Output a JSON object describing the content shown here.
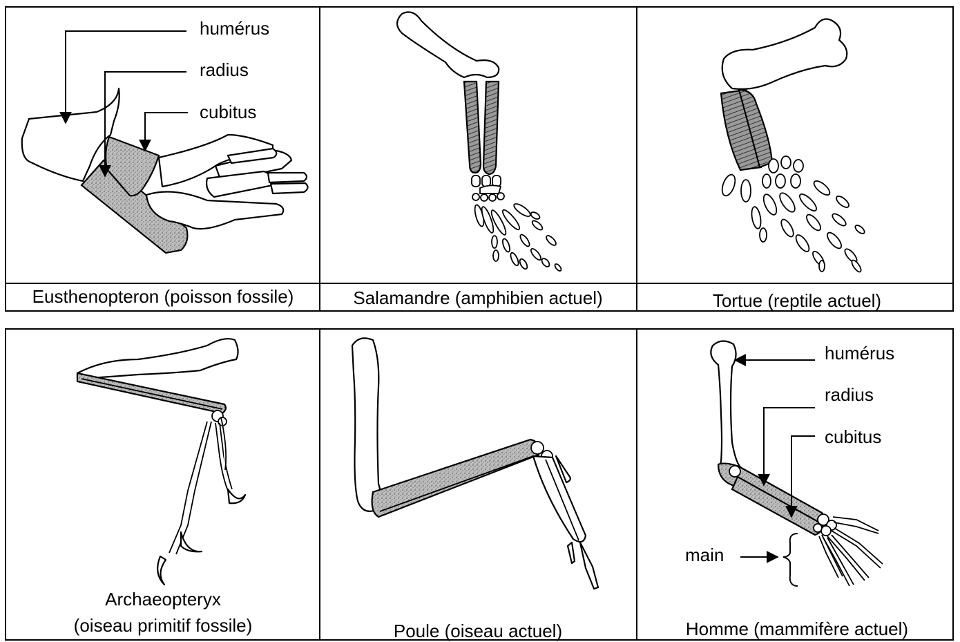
{
  "panels": [
    {
      "caption": "Eusthenopteron (poisson fossile)"
    },
    {
      "caption": "Salamandre (amphibien actuel)"
    },
    {
      "caption": "Tortue (reptile actuel)"
    },
    {
      "caption_line1": "Archaeopteryx",
      "caption_line2": "(oiseau primitif fossile)"
    },
    {
      "caption": "Poule (oiseau actuel)"
    },
    {
      "caption": "Homme (mammifère actuel)"
    }
  ],
  "labels": {
    "fish": {
      "humerus": "humérus",
      "radius": "radius",
      "cubitus": "cubitus"
    },
    "human": {
      "humerus": "humérus",
      "radius": "radius",
      "cubitus": "cubitus",
      "main": "main"
    }
  }
}
